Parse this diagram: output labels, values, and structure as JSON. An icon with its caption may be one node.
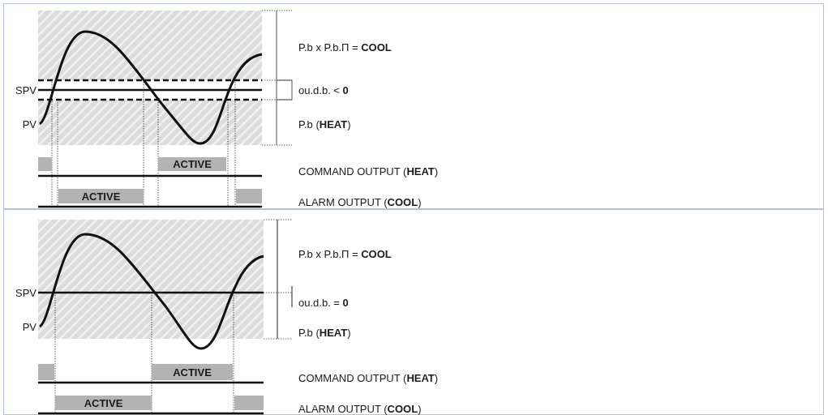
{
  "diagram": {
    "nodes": [
      {
        "text": [],
        "shape": "box"
      },
      {
        "text": [],
        "shape": "bar",
        "in": 0
      },
      {
        "text": [
          "ACTIVE"
        ],
        "in": 0
      },
      {
        "text": [
          "ACTIVE"
        ],
        "in": 0
      },
      {
        "text": [],
        "shape": "bar",
        "in": 0
      },
      {
        "text": [],
        "shape": "box"
      },
      {
        "text": [],
        "shape": "bar",
        "in": 5
      },
      {
        "text": [
          "ACTIVE"
        ],
        "in": 5
      },
      {
        "text": [
          "ACTIVE"
        ],
        "in": 5
      },
      {
        "text": [],
        "shape": "bar",
        "in": 5
      }
    ],
    "labels": [
      "P.b x P.b.Π = **COOL**",
      "SPV",
      "ou.d.b. < **0**",
      "PV",
      "P.b (**HEAT**)",
      "COMMAND OUTPUT (**HEAT**)",
      "ALARM OUTPUT (**COOL**)",
      "P.b x P.b.Π = **COOL**",
      "SPV",
      "ou.d.b. = **0**",
      "PV",
      "P.b (**HEAT**)",
      "COMMAND OUTPUT (**HEAT**)",
      "ALARM OUTPUT (**COOL**)"
    ]
  }
}
